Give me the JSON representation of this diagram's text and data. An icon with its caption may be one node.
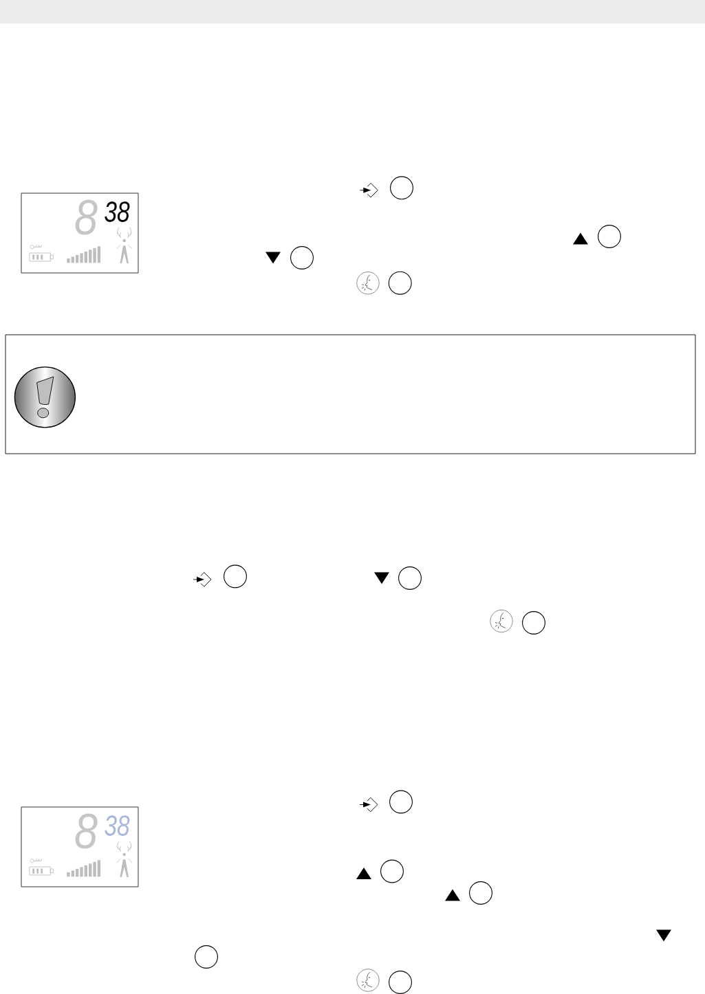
{
  "diagram": {
    "nodes": [
      {
        "text": [
          "8",
          "38"
        ]
      },
      {
        "text": [],
        "shape": "box"
      },
      {
        "text": [
          "8",
          "38"
        ]
      }
    ]
  }
}
